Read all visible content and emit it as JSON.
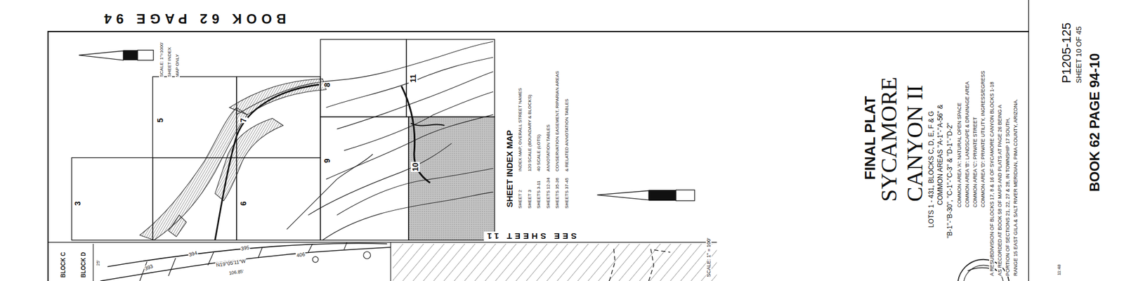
{
  "diagram": {
    "title": "FINAL PLAT",
    "labels": [
      "BOOK 62 PAGE 94",
      "SCALE: 1\"=1000'",
      "SHEET INDEX",
      "MAP ONLY",
      "3",
      "5",
      "7",
      "6",
      "8",
      "9",
      "10",
      "11",
      "SHEET INDEX MAP",
      "SHEET 2",
      "INDEX MAP, OVERALL STREET NAMES",
      "SHEET 3",
      "120 SCALE (BOUNDARY & BLOCKS)",
      "SHEETS 3-11",
      "40 SCALE (LOTS)",
      "SHEETS 12-34",
      "ANNOTATION TABLES",
      "SHEETS 35-36",
      "CONSERVATION EASEMENT, RIPARIAN AREAS",
      "SHEETS 37-45",
      "& RELATED ANNOTATION TABLES",
      "SEE SHEET 11",
      "SCALE: 1\" = 100'",
      "SYCAMORE",
      "CANYON II",
      "LOTS 1 - 431, BLOCKS C, D, E, F & G",
      "COMMON AREAS \"A-1\"-\"A-56\" &",
      "\"B-1\"-\"B-30\", \"C-1\"-\"C-3\" & \"D-1\"-\"D-2\"",
      "COMMON AREA 'A': NATURAL OPEN SPACE",
      "COMMON AREA 'B': LANDSCAPE & DRAINAGE AREA",
      "COMMON AREA 'C': PRIVATE STREET",
      "COMMON AREA 'D': PRIVATE UTILITY, INGRESS/EGRESS",
      "A RESUBDIVISION OF BLOCKS 17, 8 & 16 OF SYCAMORE CANYON BLOCKS 1-18",
      "AS RECORDED AT BOOK 58 OF MAPS AND PLATS AT PAGE 26 BEING A",
      "PORTION OF SECTIONS 21, 22, 27 & 28, IN TOWNSHIP 17 SOUTH,",
      "RANGE 15 EAST GILA & SALT RIVER MERIDIAN, PIMA COUNTY, ARIZONA.",
      "P1205-125",
      "SHEET 10 OF 45",
      "BOOK 62 PAGE 94-10",
      "11:48",
      "BLOCK C",
      "BLOCK D",
      "25'",
      "393",
      "394",
      "395",
      "406",
      "N19°05'11\"W",
      "106.85'"
    ]
  }
}
